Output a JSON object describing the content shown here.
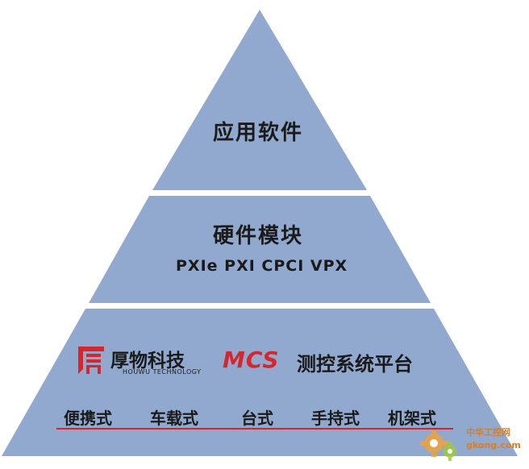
{
  "diagram": {
    "tiers": [
      {
        "title": "应用软件"
      },
      {
        "title": "硬件模块",
        "subtitle": "PXIe PXI CPCI VPX"
      },
      {
        "brand_name": "厚物科技",
        "brand_en": "HOUWU TECHNOLOGY",
        "platform_mark": "MCS",
        "platform_name": "测控系统平台",
        "forms": [
          "便携式",
          "车载式",
          "台式",
          "手持式",
          "机架式"
        ]
      }
    ]
  },
  "watermark": {
    "cn": "中华工控网",
    "en": "gkong.com"
  },
  "colors": {
    "pyramid_fill": "#91a9cf",
    "accent_red": "#d6262b"
  }
}
